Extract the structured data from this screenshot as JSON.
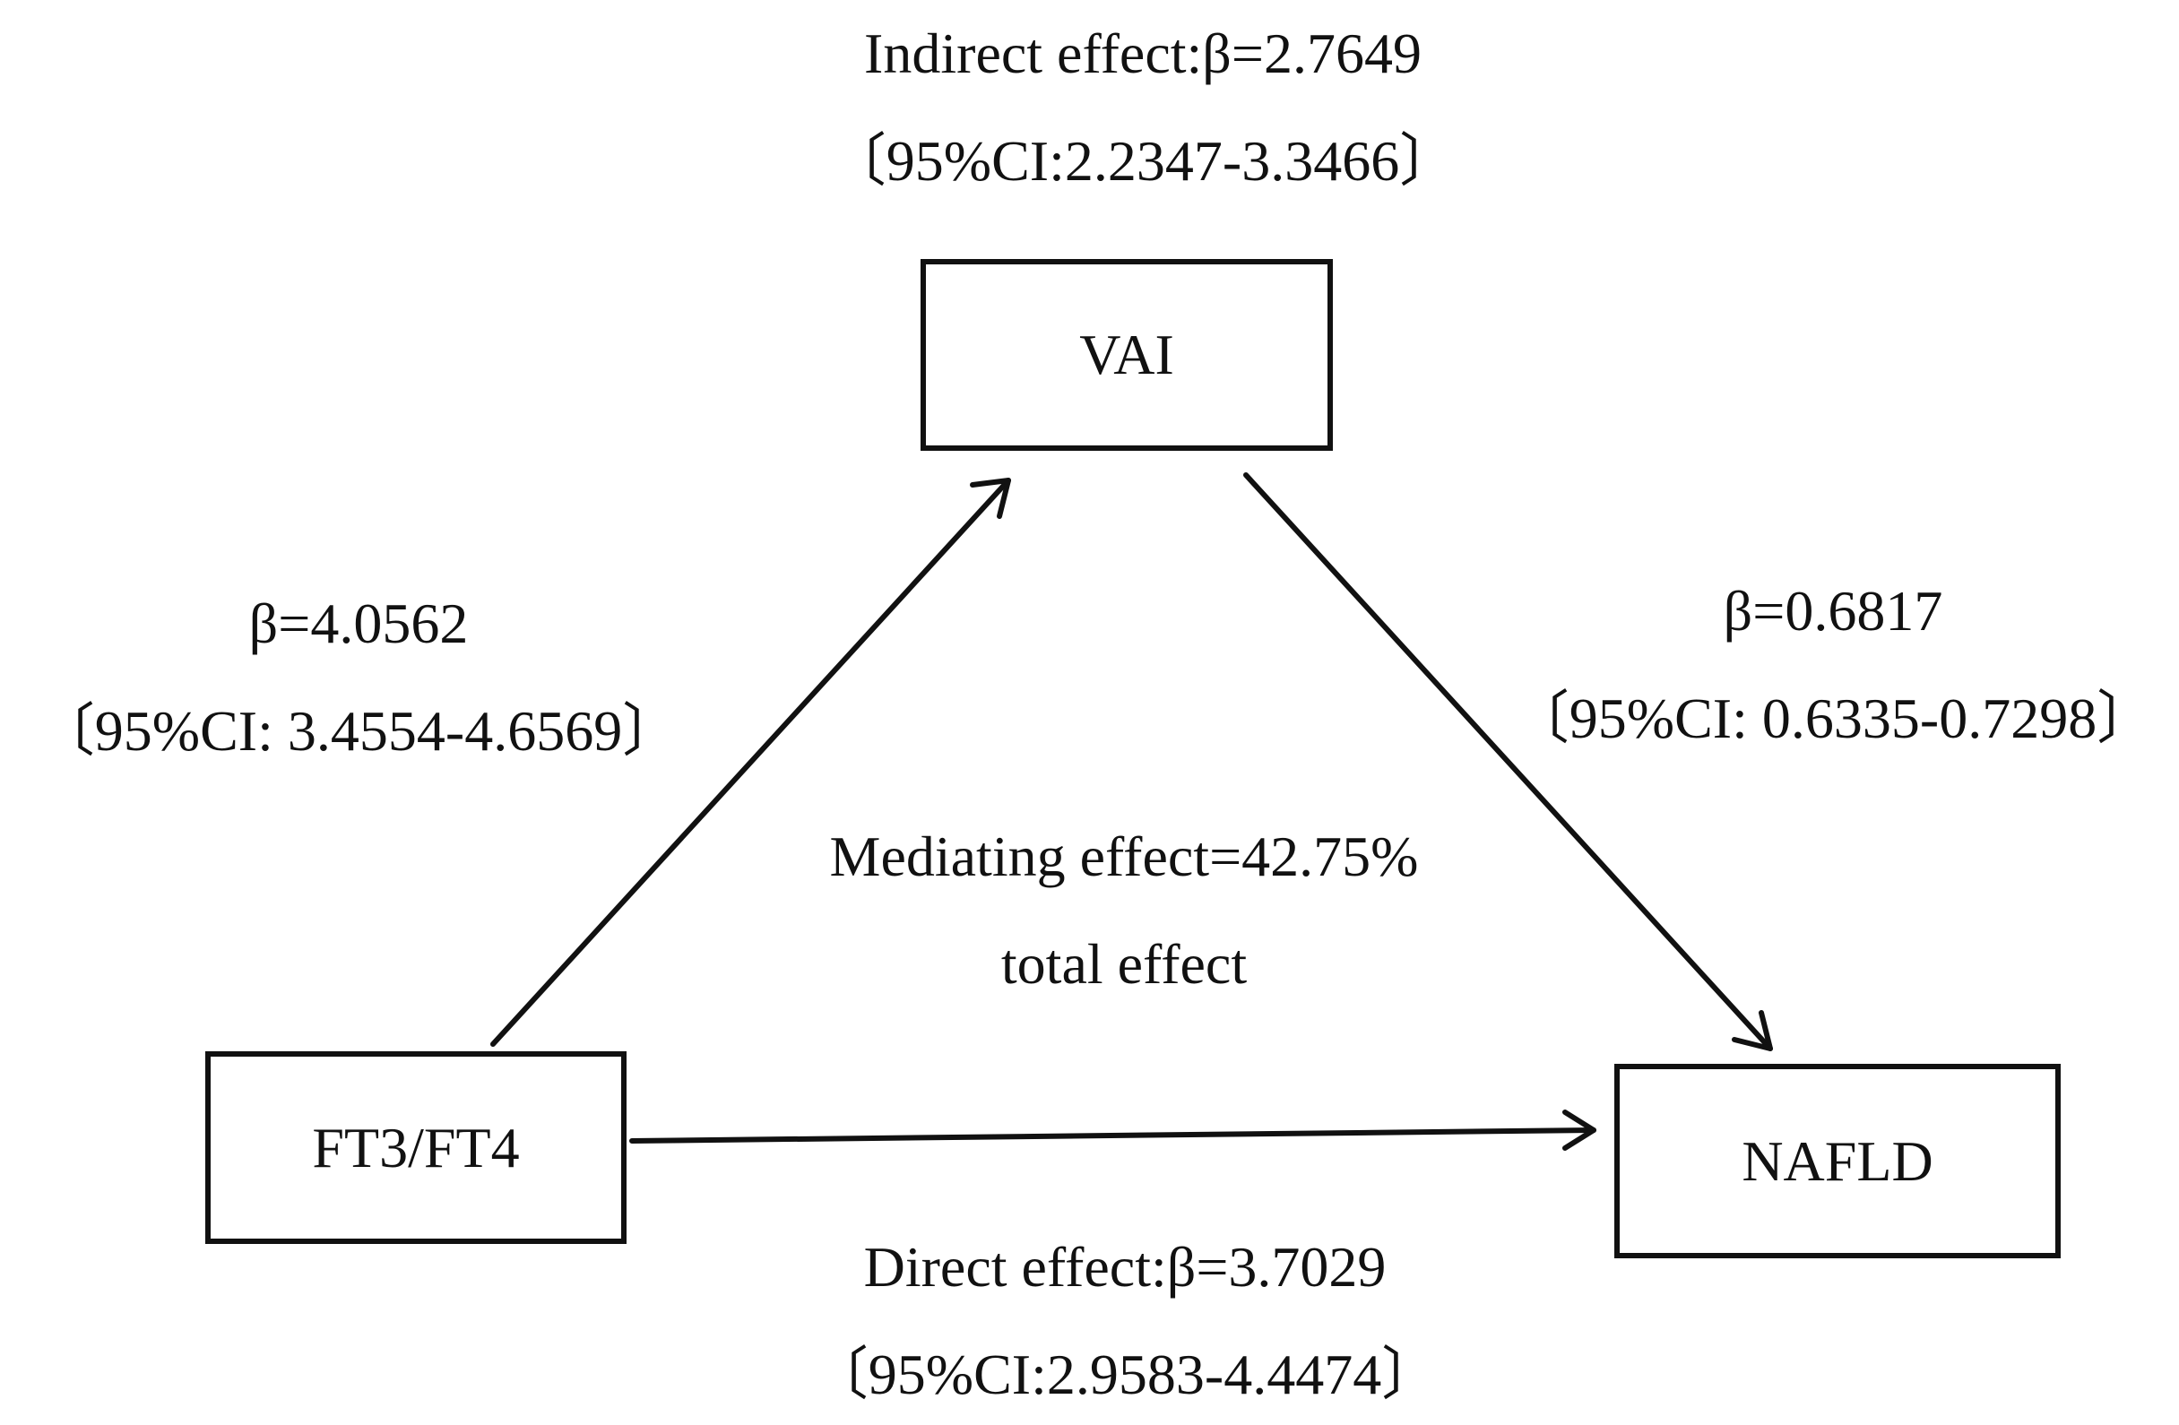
{
  "nodes": {
    "vai": "VAI",
    "ft3ft4": "FT3/FT4",
    "nafld": "NAFLD"
  },
  "indirect": {
    "beta": "Indirect effect:β=2.7649",
    "ci": "〔95%CI:2.2347-3.3466〕"
  },
  "path_a": {
    "beta": "β=4.0562",
    "ci": "〔95%CI: 3.4554-4.6569〕"
  },
  "path_b": {
    "beta": "β=0.6817",
    "ci": "〔95%CI: 0.6335-0.7298〕"
  },
  "mediation": {
    "line1": "Mediating effect=42.75%",
    "line2": "total effect"
  },
  "direct": {
    "beta": "Direct effect:β=3.7029",
    "ci": "〔95%CI:2.9583-4.4474〕"
  },
  "colors": {
    "stroke": "#111111",
    "background": "#ffffff"
  }
}
